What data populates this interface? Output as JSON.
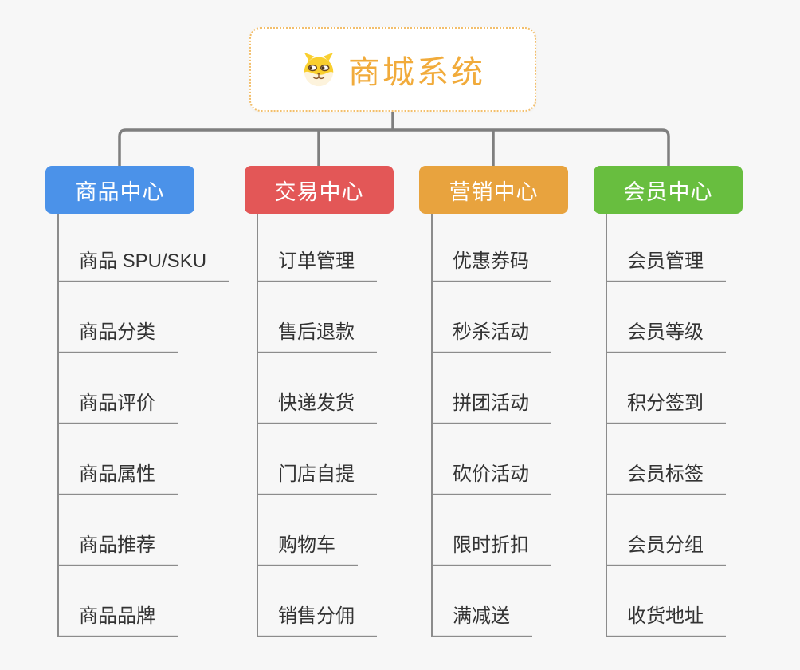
{
  "root": {
    "title": "商城系统",
    "icon": "dog-face"
  },
  "colors": {
    "background": "#F7F7F7",
    "root_accent": "#F1AB3B",
    "root_border": "#F2BE6B",
    "connector": "#7F7F7F",
    "branch_line": "#8C8C8C",
    "item_text": "#333333"
  },
  "branches": [
    {
      "id": "product-center",
      "label": "商品中心",
      "color": "#4B92E9",
      "children": [
        "商品 SPU/SKU",
        "商品分类",
        "商品评价",
        "商品属性",
        "商品推荐",
        "商品品牌"
      ]
    },
    {
      "id": "trade-center",
      "label": "交易中心",
      "color": "#E35757",
      "children": [
        "订单管理",
        "售后退款",
        "快递发货",
        "门店自提",
        "购物车",
        "销售分佣"
      ]
    },
    {
      "id": "marketing-center",
      "label": "营销中心",
      "color": "#E8A33E",
      "children": [
        "优惠券码",
        "秒杀活动",
        "拼团活动",
        "砍价活动",
        "限时折扣",
        "满减送"
      ]
    },
    {
      "id": "member-center",
      "label": "会员中心",
      "color": "#68BE3F",
      "children": [
        "会员管理",
        "会员等级",
        "积分签到",
        "会员标签",
        "会员分组",
        "收货地址"
      ]
    }
  ]
}
